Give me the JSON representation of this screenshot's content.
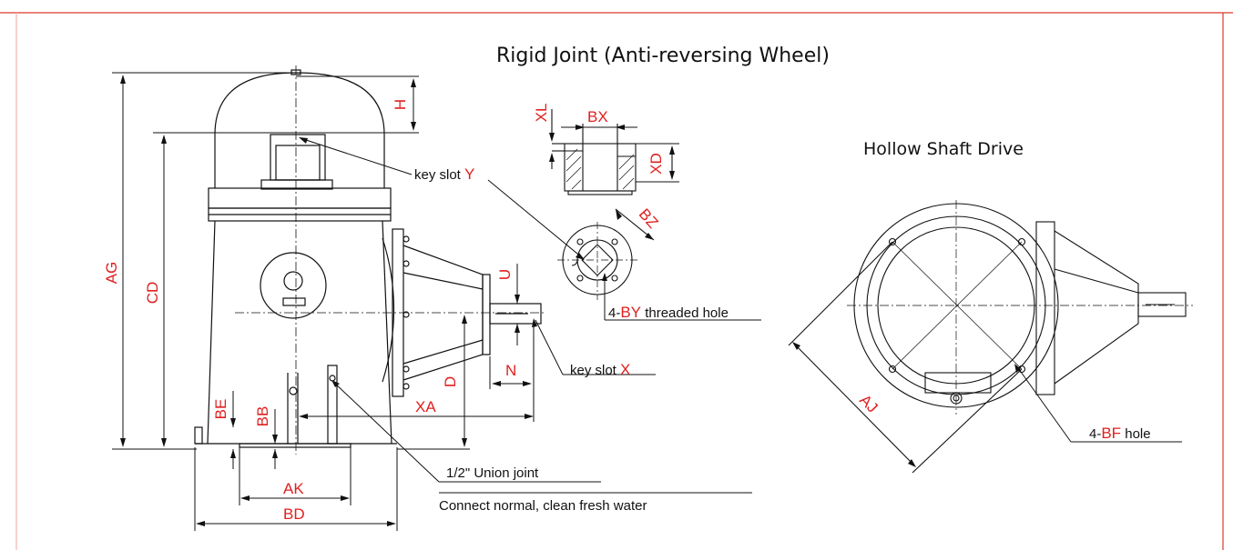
{
  "titles": {
    "main": "Rigid Joint (Anti-reversing Wheel)",
    "hollow": "Hollow Shaft Drive"
  },
  "dimensions": {
    "AG": "AG",
    "CD": "CD",
    "H": "H",
    "D": "D",
    "U": "U",
    "N": "N",
    "XA": "XA",
    "BE": "BE",
    "BB": "BB",
    "AK": "AK",
    "BD": "BD",
    "XL": "XL",
    "BX": "BX",
    "XD": "XD",
    "BZ": "BZ",
    "AJ": "AJ"
  },
  "callouts": {
    "key_slot_y_prefix": "key slot ",
    "key_slot_y_code": "Y",
    "key_slot_x_prefix": "key slot ",
    "key_slot_x_code": "X",
    "threaded_prefix": "4-",
    "threaded_code": "BY",
    "threaded_suffix": " threaded hole",
    "hole_prefix": "4-",
    "hole_code": "BF",
    "hole_suffix": " hole",
    "union_joint": "1/2\" Union joint",
    "water_note": "Connect normal, clean fresh water"
  },
  "colors": {
    "frame": "#d93a2b",
    "line": "#111111",
    "label": "#e02020"
  }
}
